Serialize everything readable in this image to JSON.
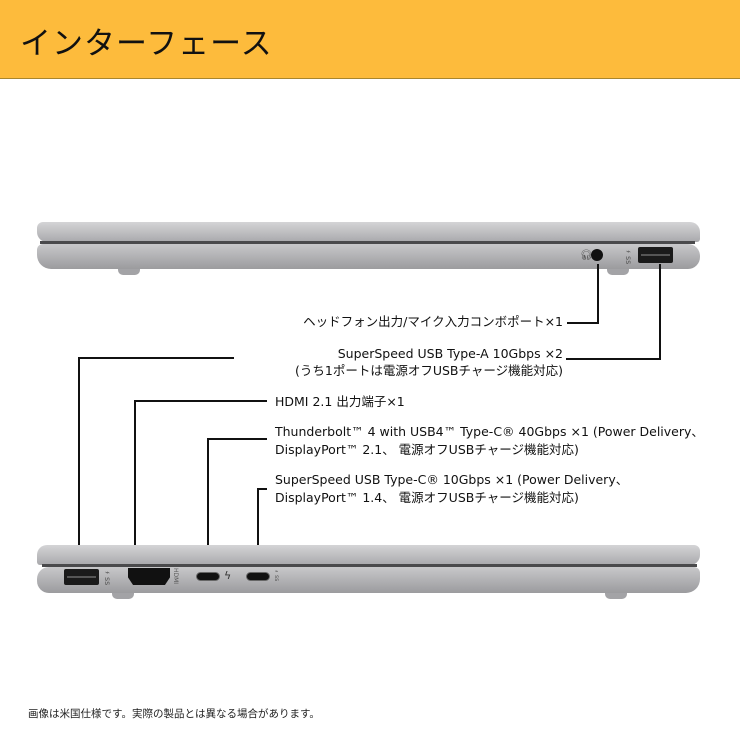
{
  "header": {
    "title": "インターフェース",
    "background_color": "#fdbb3c"
  },
  "right_side": {
    "ports": [
      {
        "id": "headphone-jack",
        "icon": "headphone-icon",
        "label": "ヘッドフォン出力/マイク入力コンボポート×1"
      },
      {
        "id": "usb-a-right",
        "icon": "usb-icon",
        "label_line1": "SuperSpeed USB Type-A 10Gbps ×2",
        "label_line2": "(うち1ポートは電源オフUSBチャージ機能対応)"
      }
    ]
  },
  "left_side": {
    "ports": [
      {
        "id": "usb-a-left",
        "icon": "usb-icon"
      },
      {
        "id": "hdmi",
        "icon": "hdmi-icon",
        "label": "HDMI 2.1 出力端子×1"
      },
      {
        "id": "thunderbolt",
        "icon": "thunderbolt-icon",
        "label_line1": "Thunderbolt™ 4 with USB4™ Type-C® 40Gbps ×1 (Power Delivery、",
        "label_line2": "DisplayPort™ 2.1、 電源オフUSBチャージ機能対応)"
      },
      {
        "id": "usb-c",
        "icon": "usb-c-icon",
        "label_line1": "SuperSpeed USB Type-C® 10Gbps ×1 (Power Delivery、",
        "label_line2": "DisplayPort™ 1.4、 電源オフUSBチャージ機能対応)"
      }
    ]
  },
  "footnote": "画像は米国仕様です。実際の製品とは異なる場合があります。"
}
